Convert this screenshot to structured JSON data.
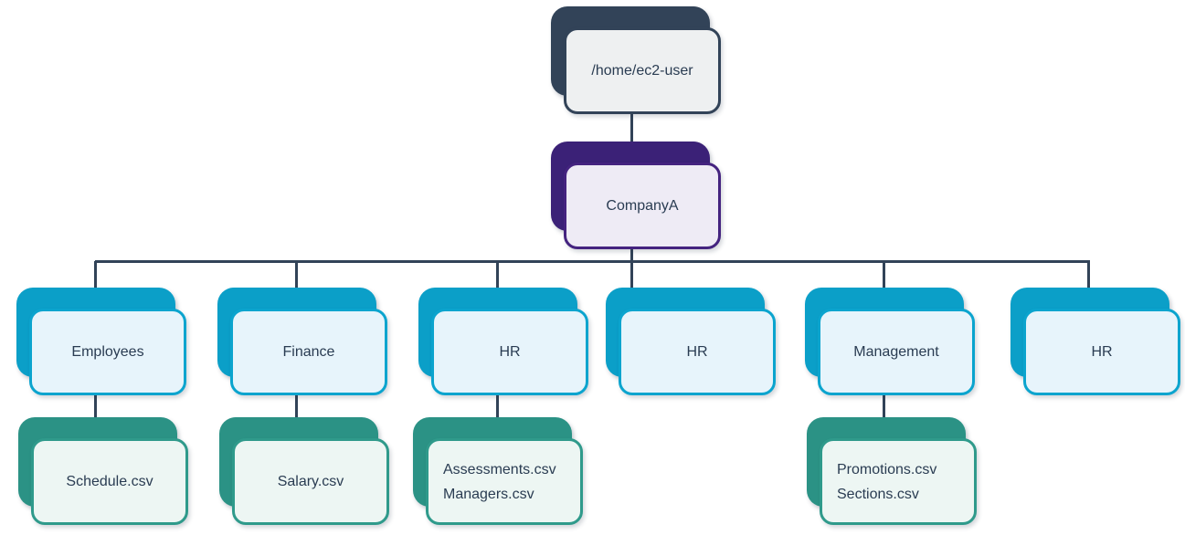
{
  "root": {
    "label": "/home/ec2-user"
  },
  "company": {
    "label": "CompanyA"
  },
  "folders": [
    {
      "label": "Employees"
    },
    {
      "label": "Finance"
    },
    {
      "label": "HR"
    },
    {
      "label": "HR"
    },
    {
      "label": "Management"
    },
    {
      "label": "HR"
    }
  ],
  "file_groups": [
    {
      "lines": [
        "Schedule.csv"
      ]
    },
    {
      "lines": [
        "Salary.csv"
      ]
    },
    {
      "lines": [
        "Assessments.csv",
        "Managers.csv"
      ]
    },
    {
      "lines": [
        "Promotions.csv",
        "Sections.csv"
      ]
    }
  ],
  "colors": {
    "navy": "#324358",
    "gray_fill": "#eef0f1",
    "purple": "#3b2177",
    "purple_border": "#44237f",
    "purple_fill": "#eeebf5",
    "blue": "#0b9fc8",
    "blue_border": "#0ba4ce",
    "blue_fill": "#e7f4fb",
    "teal": "#2b9285",
    "teal_border": "#2f9a8b",
    "teal_fill": "#edf6f3",
    "text": "#2a3c52"
  }
}
